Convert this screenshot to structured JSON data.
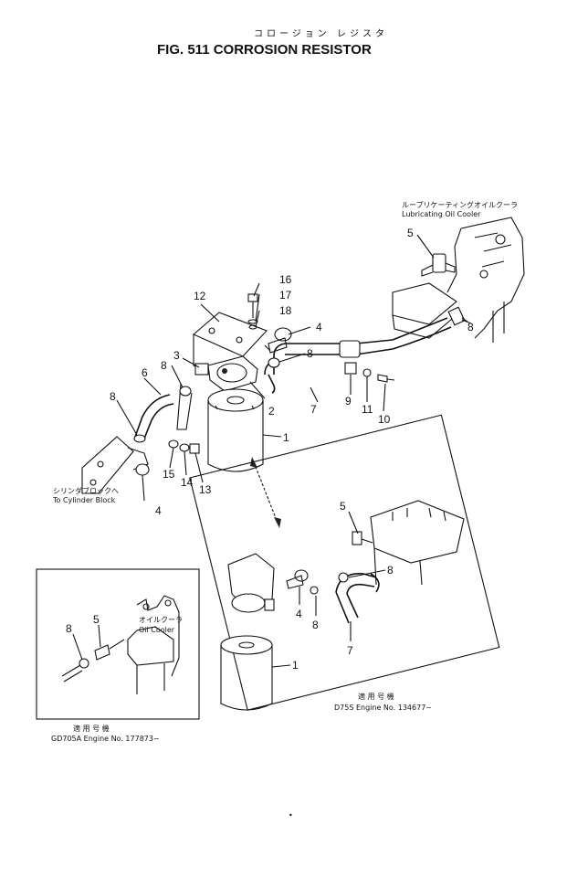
{
  "header": {
    "title_jp": "コロージョン レジスタ",
    "title": "FIG. 511  CORROSION  RESISTOR"
  },
  "labels": {
    "lube_cooler_jp": "ループリケーティングオイルクーラ",
    "lube_cooler": "Lubricating Oil Cooler",
    "cyl_block_jp": "シリンダブロックへ",
    "cyl_block": "To Cylinder Block",
    "oil_cooler_jp": "オイルクーラ",
    "oil_cooler": "Oil Cooler"
  },
  "inset_left": {
    "applic_jp": "適 用 号 機",
    "engine": "GD705A  Engine No. 177873~"
  },
  "inset_right": {
    "applic_jp": "適 用 号 機",
    "engine": "D75S  Engine No. 134677~"
  },
  "callouts": {
    "n1": "1",
    "n2": "2",
    "n3": "3",
    "n4": "4",
    "n5": "5",
    "n6": "6",
    "n7": "7",
    "n8": "8",
    "n9": "9",
    "n10": "10",
    "n11": "11",
    "n12": "12",
    "n13": "13",
    "n14": "14",
    "n15": "15",
    "n16": "16",
    "n17": "17",
    "n18": "18"
  },
  "colors": {
    "ink": "#111111",
    "paper": "#ffffff"
  }
}
